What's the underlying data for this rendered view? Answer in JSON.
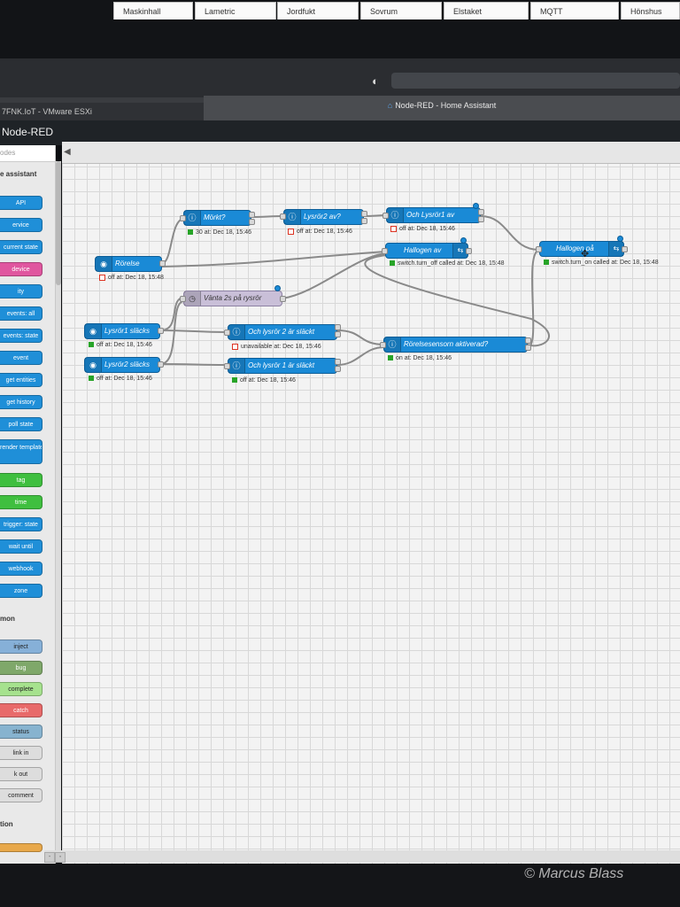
{
  "browser": {
    "tab_left": "7FNK.IoT - VMware ESXi",
    "tab_active": "Node-RED - Home Assistant"
  },
  "header": {
    "title": "Node-RED"
  },
  "palette": {
    "filter_placeholder": "odes",
    "category_ha": "e assistant",
    "category_common": "mon",
    "category_function": "tion",
    "ha_nodes": [
      "API",
      "ervice",
      "current state",
      "device",
      "ity",
      "events: all",
      "events: state",
      "event",
      "get entities",
      "get history",
      "poll state",
      "render template",
      "tag",
      "time",
      "trigger: state",
      "wait until",
      "webhook",
      "zone"
    ],
    "common_nodes": [
      "inject",
      "bug",
      "complete",
      "catch",
      "status",
      "link in",
      "k out",
      "comment"
    ]
  },
  "workspace_tabs": [
    "Maskinhall",
    "Lametric",
    "Jordfukt",
    "Sovrum",
    "Elstaket",
    "MQTT",
    "Hönshus"
  ],
  "nodes": {
    "rorelse": {
      "label": "Rörelse",
      "status": "off at: Dec 18, 15:48"
    },
    "morkt": {
      "label": "Mörkt?",
      "status": "30 at: Dec 18, 15:46"
    },
    "lysror2av": {
      "label": "Lysrör2 av?",
      "status": "off at: Dec 18, 15:46"
    },
    "och_lysror1_av": {
      "label": "Och Lysrör1 av",
      "status": "off at: Dec 18, 15:46"
    },
    "hallogen_av": {
      "label": "Hallogen av",
      "status": "switch.turn_off called at: Dec 18, 15:48"
    },
    "hallogen_pa": {
      "label": "Hallogen på",
      "status": "switch.turn_on called at: Dec 18, 15:48"
    },
    "vanta": {
      "label": "Vänta 2s på rysrör"
    },
    "lysror1_slacks": {
      "label": "Lysrör1 släcks",
      "status": "off at: Dec 18, 15:46"
    },
    "lysror2_slacks": {
      "label": "Lysrör2 släcks",
      "status": "off at: Dec 18, 15:46"
    },
    "och_lysror2_slackt": {
      "label": "Och lysrör 2 är släckt",
      "status": "unavailable at: Dec 18, 15:46"
    },
    "och_lysror1_slackt": {
      "label": "Och lysrör 1 är släckt",
      "status": "off at: Dec 18, 15:46"
    },
    "rorelsesensorn": {
      "label": "Rörelsesensorn aktiverad?",
      "status": "on at: Dec 18, 15:46"
    }
  },
  "watermark": "© Marcus Blass",
  "colors": {
    "ha_node": "#1a8ad6",
    "delay_node": "#c9bfd8",
    "status_ok": "#28a428",
    "status_off": "#dd3322"
  }
}
